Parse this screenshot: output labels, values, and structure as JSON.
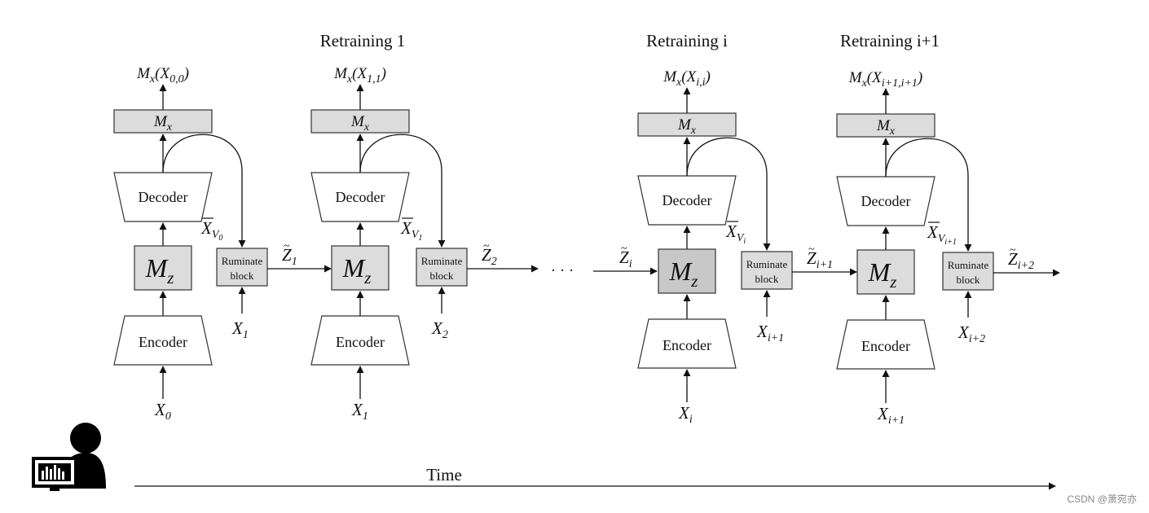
{
  "titles": [
    "Retraining 1",
    "Retraining i",
    "Retraining i+1"
  ],
  "blocks": {
    "decoder": "Decoder",
    "encoder": "Encoder",
    "ruminate_line1": "Ruminate",
    "ruminate_line2": "block"
  },
  "symbols": {
    "M": "M",
    "M_x_sub": "x",
    "M_z_sub": "z",
    "X": "X",
    "Z": "Z",
    "V": "V",
    "open_paren": "(",
    "close_paren": ")"
  },
  "stages": [
    {
      "output_sub": "0,0",
      "vbar_sub": "0",
      "input_sub": "0",
      "ruminate_input_sub": "1",
      "z_out_sub": "1"
    },
    {
      "output_sub": "1,1",
      "vbar_sub": "1",
      "input_sub": "1",
      "ruminate_input_sub": "2",
      "z_out_sub": "2"
    },
    {
      "output_sub": "i,i",
      "vbar_sub": "i",
      "input_sub": "i",
      "ruminate_input_sub": "i+1",
      "z_out_sub": "i+1",
      "z_in_sub": "i"
    },
    {
      "output_sub": "i+1,i+1",
      "vbar_sub": "i+1",
      "input_sub": "i+1",
      "ruminate_input_sub": "i+2",
      "z_out_sub": "i+2"
    }
  ],
  "ellipsis": "· · ·",
  "time_label": "Time",
  "watermark": "CSDN @萧宛亦",
  "icons": [
    "user-icon",
    "monitor-chart-icon"
  ]
}
